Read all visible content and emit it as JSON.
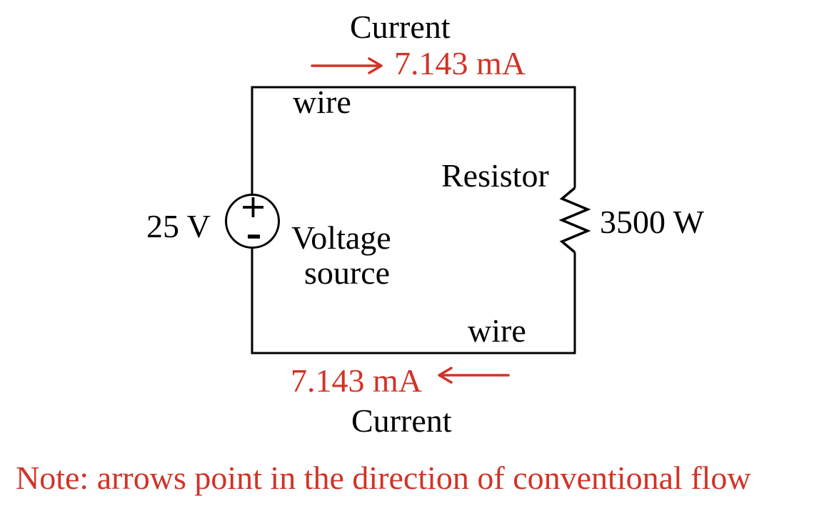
{
  "diagram": {
    "type": "series-circuit-diagram",
    "note": "Note: arrows point in the direction of conventional flow",
    "current_top": {
      "label": "Current",
      "value": "7.143 mA",
      "arrow_direction": "right"
    },
    "current_bottom": {
      "label": "Current",
      "value": "7.143 mA",
      "arrow_direction": "left"
    },
    "voltage_source": {
      "value": "25 V",
      "name_line1": "Voltage",
      "name_line2": "source",
      "polarity_plus": "+",
      "polarity_minus": "-"
    },
    "resistor": {
      "name": "Resistor",
      "value": "3500 W"
    },
    "wires": {
      "top_label": "wire",
      "bottom_label": "wire"
    },
    "colors": {
      "annotation_red": "#d13327",
      "line_black": "#000000",
      "background": "#ffffff"
    }
  }
}
